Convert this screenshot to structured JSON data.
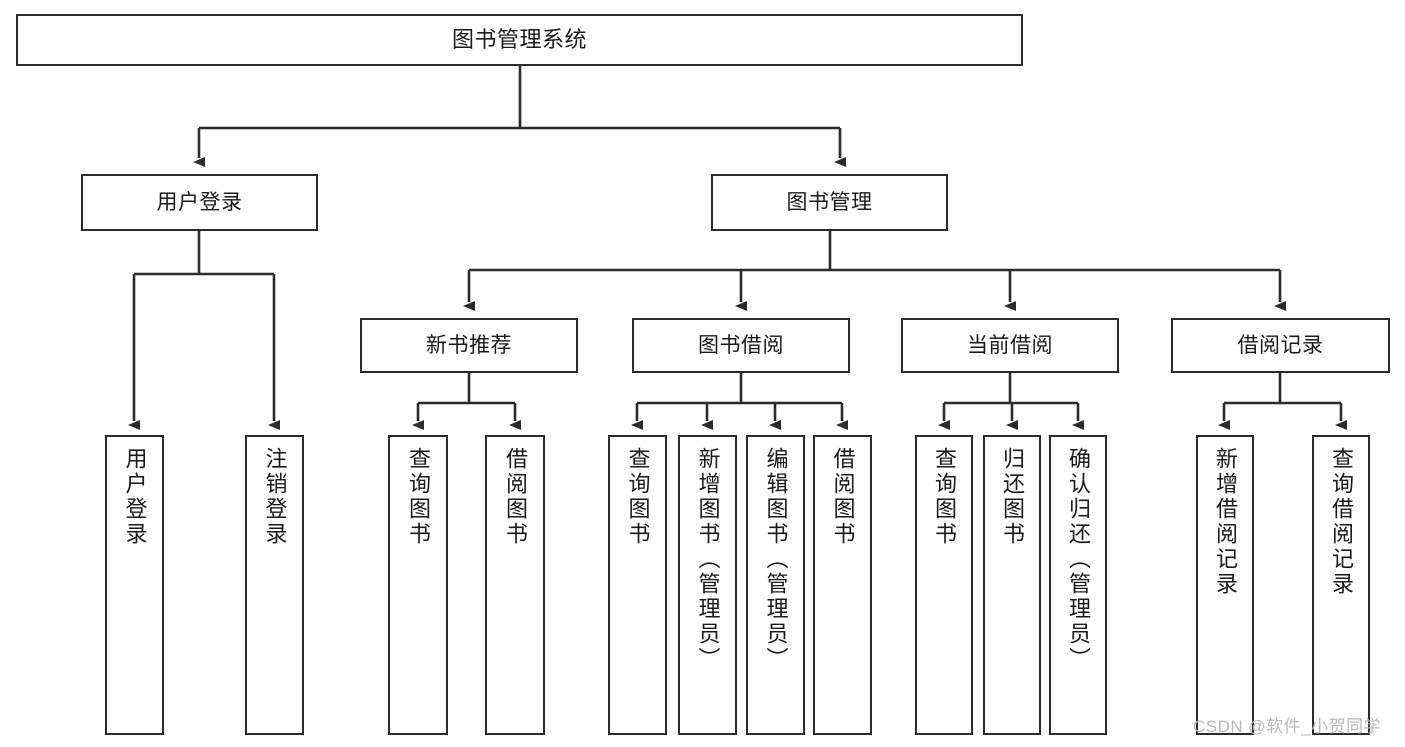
{
  "diagram": {
    "type": "tree-hierarchy-chart",
    "title": "图书管理系统",
    "colors": {
      "box_border": "#2b2b2b",
      "box_fill": "#ffffff",
      "connector": "#2b2b2b",
      "text": "#1a1a1a",
      "watermark": "#b9b9b9",
      "background": "#ffffff"
    },
    "levels": {
      "level1": [
        "图书管理系统"
      ],
      "level2": [
        "用户登录",
        "图书管理"
      ],
      "level3": [
        "新书推荐",
        "图书借阅",
        "当前借阅",
        "借阅记录"
      ],
      "level4": [
        "用户登录",
        "注销登录",
        "查询图书",
        "借阅图书",
        "查询图书",
        "新增图书（管理员）",
        "编辑图书（管理员）",
        "借阅图书",
        "查询图书",
        "归还图书",
        "确认归还（管理员）",
        "新增借阅记录",
        "查询借阅记录"
      ]
    },
    "root": {
      "label": "图书管理系统"
    },
    "branch_user_login": {
      "label": "用户登录"
    },
    "branch_book_manage": {
      "label": "图书管理"
    },
    "group_new_book": {
      "label": "新书推荐"
    },
    "group_borrow": {
      "label": "图书借阅"
    },
    "group_current": {
      "label": "当前借阅"
    },
    "group_records": {
      "label": "借阅记录"
    },
    "leaves": {
      "user_login": "用户登录",
      "user_logout": "注销登录",
      "nb_query_book": "查询图书",
      "nb_borrow_book": "借阅图书",
      "bw_query_book": "查询图书",
      "bw_add_book": "新增图书（管理员）",
      "bw_edit_book": "编辑图书（管理员）",
      "bw_borrow_book": "借阅图书",
      "cur_query_book": "查询图书",
      "cur_return_book": "归还图书",
      "cur_confirm_return": "确认归还（管理员）",
      "rec_add_record": "新增借阅记录",
      "rec_query_record": "查询借阅记录"
    },
    "watermark": "CSDN @软件_小贺同学"
  }
}
